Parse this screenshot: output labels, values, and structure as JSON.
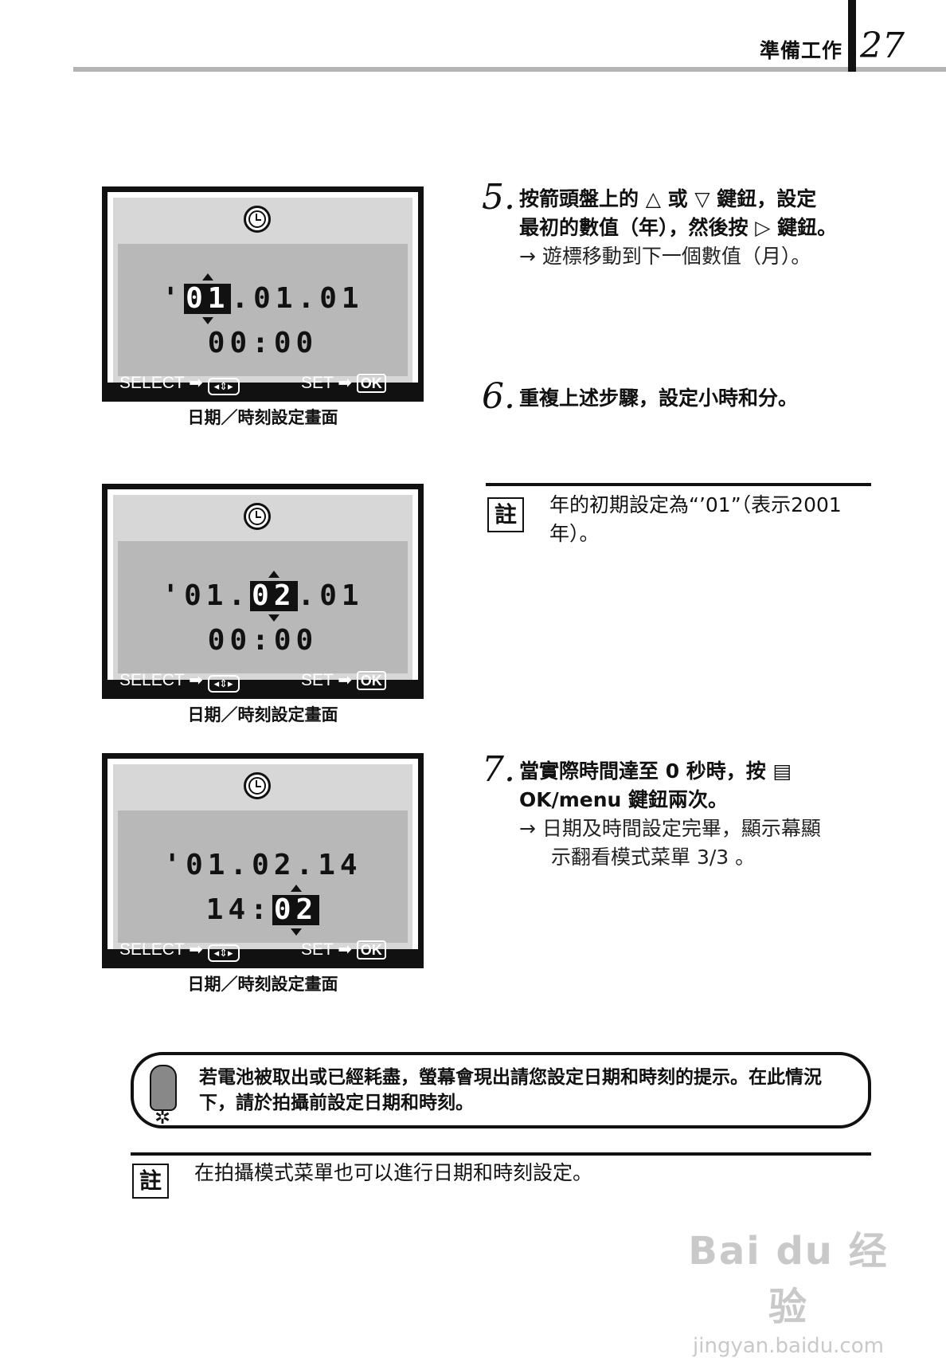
{
  "header": {
    "section": "準備工作",
    "page_number": "27"
  },
  "screens": [
    {
      "caption": "日期／時刻設定畫面",
      "apostrophe": "'",
      "year": "01",
      "sep1": ".",
      "month": "01",
      "sep2": ".",
      "day": "01",
      "hour": "00",
      "colon": ":",
      "minute": "00",
      "select_label": "SELECT",
      "set_label": "SET",
      "ok_label": "OK"
    },
    {
      "caption": "日期／時刻設定畫面",
      "apostrophe": "'",
      "year": "01",
      "sep1": ".",
      "month": "02",
      "sep2": ".",
      "day": "01",
      "hour": "00",
      "colon": ":",
      "minute": "00",
      "select_label": "SELECT",
      "set_label": "SET",
      "ok_label": "OK"
    },
    {
      "caption": "日期／時刻設定畫面",
      "apostrophe": "'",
      "year": "01",
      "sep1": ".",
      "month": "02",
      "sep2": ".",
      "day": "14",
      "hour": "14",
      "colon": ":",
      "minute": "02",
      "select_label": "SELECT",
      "set_label": "SET",
      "ok_label": "OK"
    }
  ],
  "steps": [
    {
      "number": "5.",
      "line1": "按箭頭盤上的 △ 或 ▽ 鍵鈕，設定",
      "line2": "最初的數值（年），然後按 ▷ 鍵鈕。",
      "sub1": "→ 遊標移動到下一個數值（月）。"
    },
    {
      "number": "6.",
      "line1": "重複上述步驟，設定小時和分。"
    },
    {
      "number": "7.",
      "line1": "當實際時間達至 0 秒時，按 ▤",
      "line2": "OK/menu 鍵鈕兩次。",
      "sub1": "→ 日期及時間設定完畢，顯示幕顯",
      "sub2": "示翻看模式菜單 3/3 。"
    }
  ],
  "note1": {
    "icon": "註",
    "line1": "年的初期設定為“’01”（表示2001",
    "line2": "年）。"
  },
  "warning": {
    "line1": "若電池被取出或已經耗盡，螢幕會現出請您設定日期和時刻的提示。在此情況",
    "line2": "下，請於拍攝前設定日期和時刻。"
  },
  "note2": {
    "icon": "註",
    "text": "在拍攝模式菜單也可以進行日期和時刻設定。"
  },
  "watermark": {
    "logo": "Bai du 经验",
    "url": "jingyan.baidu.com"
  }
}
